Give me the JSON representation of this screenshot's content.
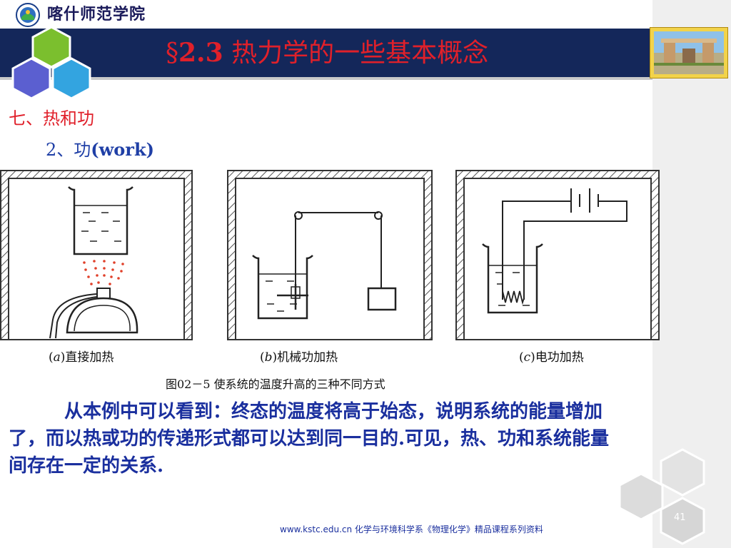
{
  "header": {
    "school_name": "喀什师范学院",
    "title_symbol": "§",
    "title_number": "2.3",
    "title_text": " 热力学的一些基本概念"
  },
  "section": {
    "heading": "七、热和功",
    "subheading_cjk": "2、功",
    "subheading_en": "(work)"
  },
  "figure": {
    "captions": [
      {
        "letter": "a",
        "text": "直接加热"
      },
      {
        "letter": "b",
        "text": "机械功加热"
      },
      {
        "letter": "c",
        "text": "电功加热"
      }
    ],
    "caption": "图02－5 使系统的温度升高的三种不同方式"
  },
  "body": {
    "paragraph": "从本例中可以看到：终态的温度将高于始态，说明系统的能量增加了，而以热或功的传递形式都可以达到同一目的.可见，热、功和系统能量间存在一定的关系."
  },
  "footer": {
    "text": "www.kstc.edu.cn 化学与环境科学系《物理化学》精品课程系列资料",
    "page_number": "41"
  },
  "colors": {
    "title_band": "#14275a",
    "title_text": "#e0202a",
    "heading": "#e0202a",
    "subheading": "#1f3fa6",
    "body_text": "#1a2f9e"
  }
}
